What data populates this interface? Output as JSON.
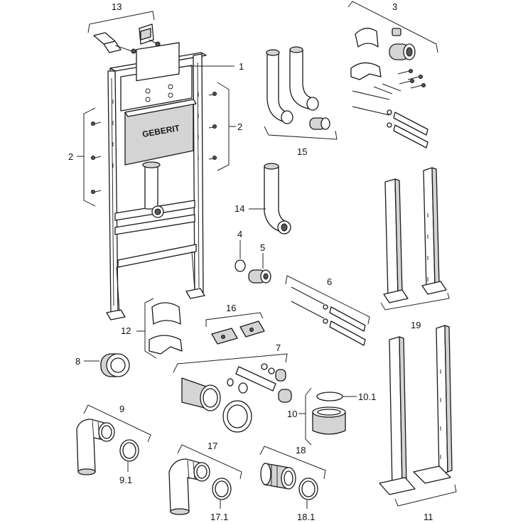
{
  "brand": "GEBERIT",
  "labels": {
    "l1": "1",
    "l2a": "2",
    "l2b": "2",
    "l3": "3",
    "l4": "4",
    "l5": "5",
    "l6": "6",
    "l7": "7",
    "l8": "8",
    "l9": "9",
    "l9_1": "9.1",
    "l10": "10",
    "l10_1": "10.1",
    "l11": "11",
    "l12": "12",
    "l13": "13",
    "l14": "14",
    "l15": "15",
    "l16": "16",
    "l17": "17",
    "l17_1": "17.1",
    "l18": "18",
    "l18_1": "18.1",
    "l19": "19"
  }
}
